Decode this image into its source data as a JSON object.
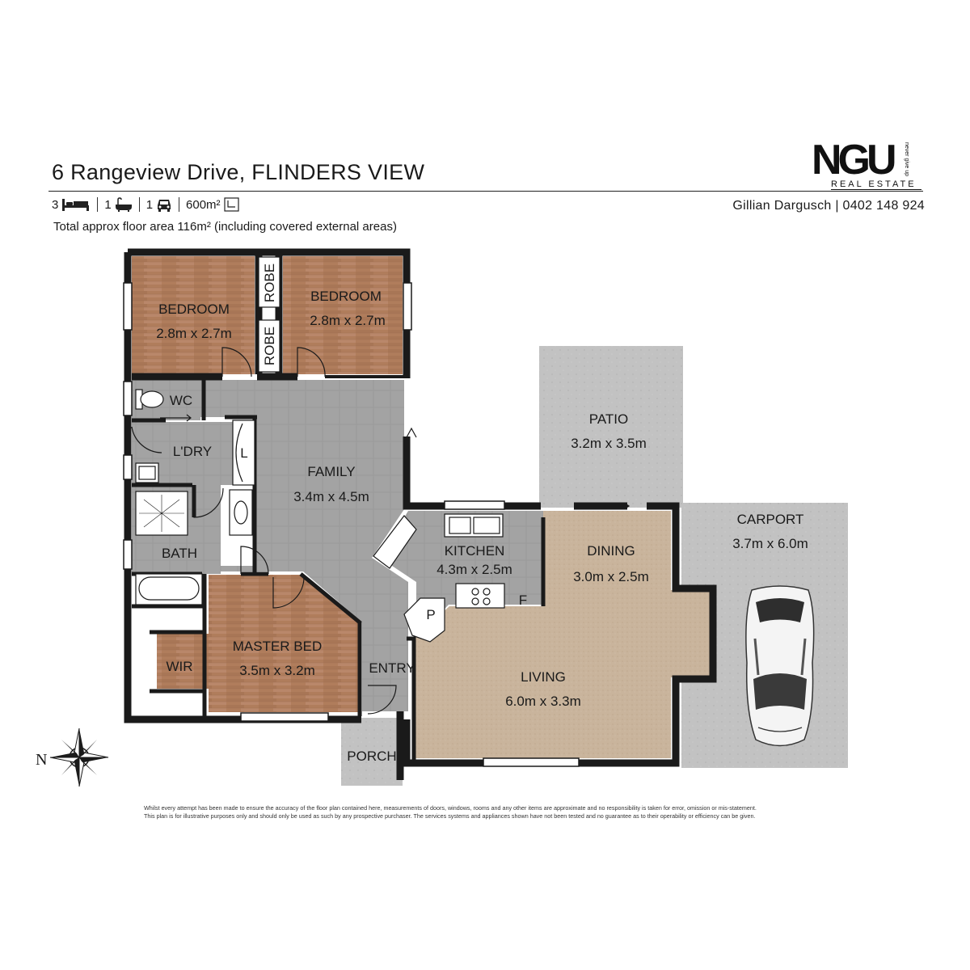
{
  "header": {
    "address": "6 Rangeview Drive, FLINDERS VIEW",
    "bedrooms": "3",
    "bathrooms": "1",
    "car_spaces": "1",
    "land_size": "600m²",
    "floor_area_note": "Total approx floor area 116m² (including covered external areas)",
    "agent": "Gillian Dargusch | 0402 148 924"
  },
  "logo": {
    "mark": "NGU",
    "subtitle": "REAL ESTATE",
    "tagline": "never give up"
  },
  "rooms": {
    "bedroom_left": {
      "label": "BEDROOM",
      "dims": "2.8m x 2.7m"
    },
    "bedroom_right": {
      "label": "BEDROOM",
      "dims": "2.8m x 2.7m"
    },
    "robe_top": {
      "label": "ROBE"
    },
    "robe_bottom": {
      "label": "ROBE"
    },
    "wc": {
      "label": "WC"
    },
    "laundry": {
      "label": "L'DRY"
    },
    "linen": {
      "label": "L"
    },
    "family": {
      "label": "FAMILY",
      "dims": "3.4m x 4.5m"
    },
    "bath": {
      "label": "BATH"
    },
    "master_bed": {
      "label": "MASTER BED",
      "dims": "3.5m x 3.2m"
    },
    "wir": {
      "label": "WIR"
    },
    "entry": {
      "label": "ENTRY"
    },
    "porch": {
      "label": "PORCH"
    },
    "kitchen": {
      "label": "KITCHEN",
      "dims": "4.3m x 2.5m"
    },
    "pantry": {
      "label": "P"
    },
    "fridge": {
      "label": "F"
    },
    "dining": {
      "label": "DINING",
      "dims": "3.0m x 2.5m"
    },
    "living": {
      "label": "LIVING",
      "dims": "6.0m x 3.3m"
    },
    "patio": {
      "label": "PATIO",
      "dims": "3.2m x 3.5m"
    },
    "carport": {
      "label": "CARPORT",
      "dims": "3.7m x 6.0m"
    }
  },
  "compass": {
    "north_letter": "N"
  },
  "disclaimer": {
    "line1": "Whilst every attempt has been made to ensure the accuracy of the floor plan contained here, measurements of doors, windows, rooms and any other items are approximate and no responsibility is taken for error, omission or mis-statement.",
    "line2": "This plan is for illustrative purposes only and should only be used as such by any prospective purchaser. The services systems and appliances shown have not been tested and no guarantee as to their operability or efficiency can be given."
  },
  "colors": {
    "wood": "#b07d5c",
    "tile": "#9a9a9a",
    "carpet": "#c9b49c",
    "concrete": "#c4c4c4",
    "wall": "#1a1a1a"
  }
}
